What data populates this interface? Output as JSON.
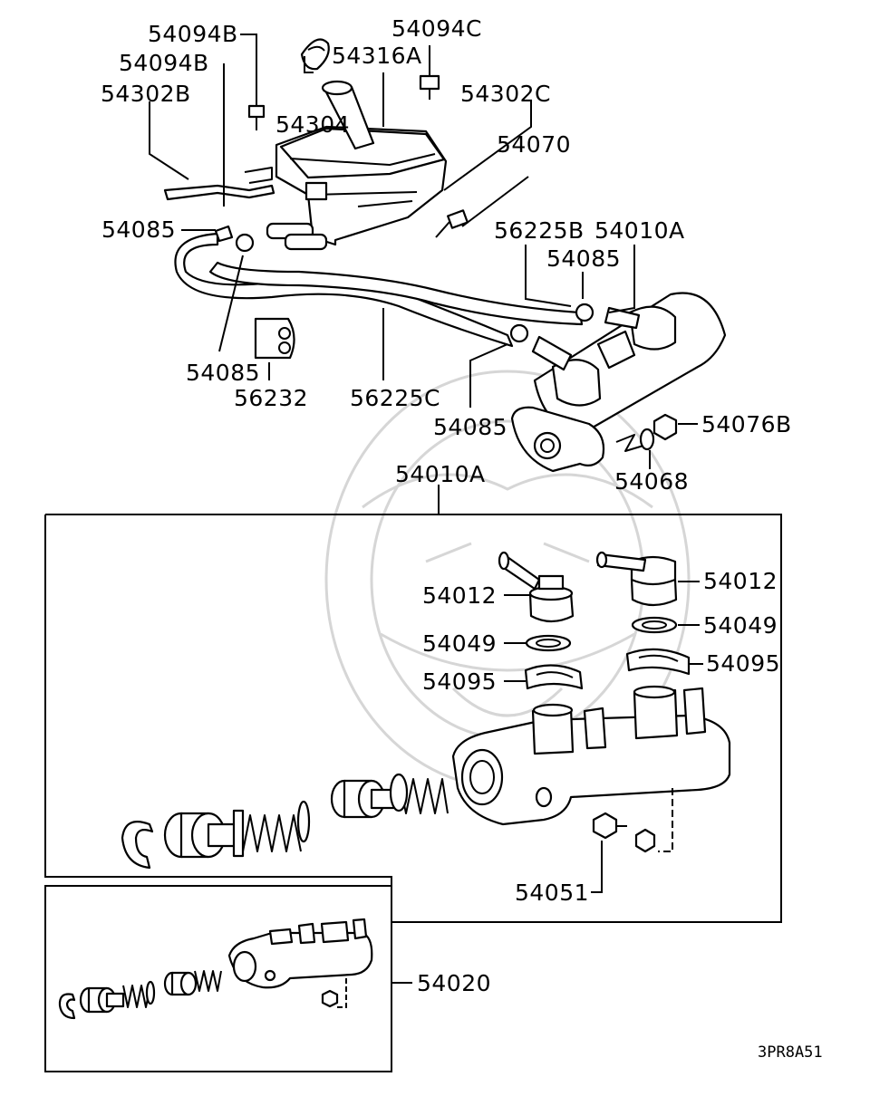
{
  "diagram_code": "3PR8A51",
  "top_assembly": {
    "labels": {
      "l_54094B_a": "54094B",
      "l_54094B_b": "54094B",
      "l_54094C": "54094C",
      "l_54316A": "54316A",
      "l_54302B": "54302B",
      "l_54302C": "54302C",
      "l_54304": "54304",
      "l_54070": "54070",
      "l_54085_a": "54085",
      "l_56225B": "56225B",
      "l_54010A_top": "54010A",
      "l_54085_b": "54085",
      "l_54085_c": "54085",
      "l_56232": "56232",
      "l_56225C": "56225C",
      "l_54085_d": "54085",
      "l_54076B": "54076B",
      "l_54068": "54068"
    }
  },
  "master_cylinder_box": {
    "title": "54010A",
    "labels": {
      "l_54012_left": "54012",
      "l_54012_right": "54012",
      "l_54049_left": "54049",
      "l_54049_right": "54049",
      "l_54095_left": "54095",
      "l_54095_right": "54095",
      "l_54051": "54051"
    }
  },
  "sub_assembly_box": {
    "label": "54020"
  }
}
